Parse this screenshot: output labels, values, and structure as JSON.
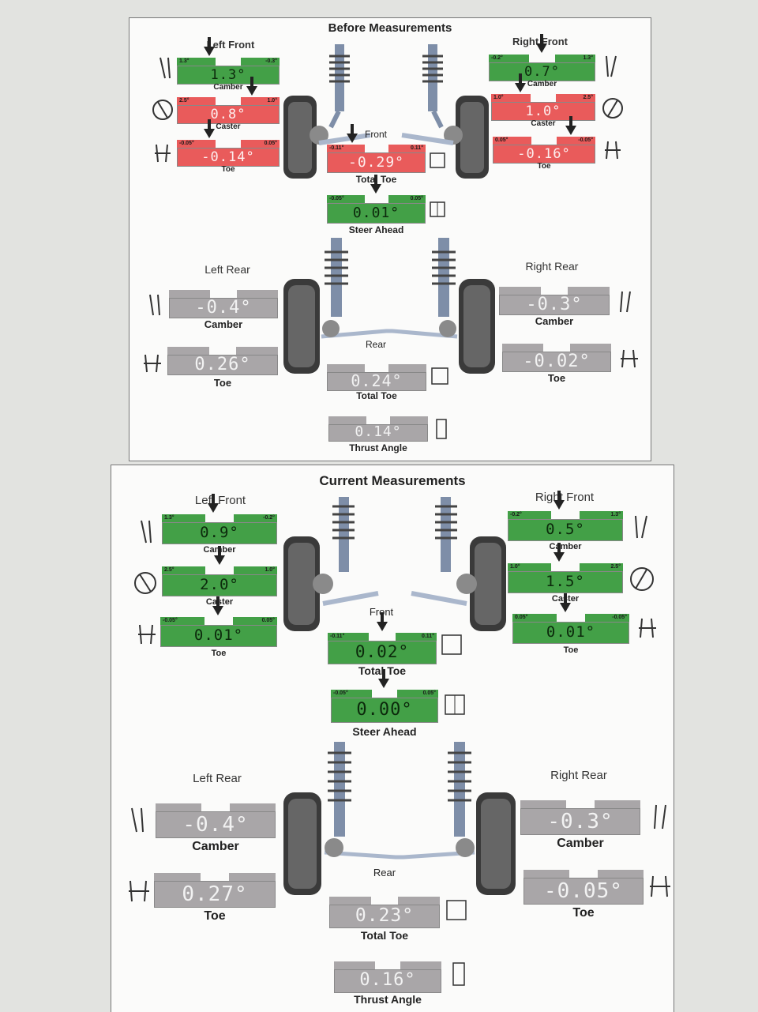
{
  "before": {
    "title": "Before Measurements",
    "left_front": {
      "label": "Left Front",
      "camber": {
        "value": "1.3°",
        "label": "Camber",
        "min": "1.3°",
        "max": "-0.3°",
        "status": "green"
      },
      "caster": {
        "value": "0.8°",
        "label": "Caster",
        "min": "2.5°",
        "max": "1.0°",
        "status": "red"
      },
      "toe": {
        "value": "-0.14°",
        "label": "Toe",
        "min": "-0.05°",
        "max": "0.05°",
        "status": "red"
      }
    },
    "right_front": {
      "label": "Right Front",
      "camber": {
        "value": "0.7°",
        "label": "Camber",
        "min": "-0.2°",
        "max": "1.3°",
        "status": "green"
      },
      "caster": {
        "value": "1.0°",
        "label": "Caster",
        "min": "1.0°",
        "max": "2.5°",
        "status": "red"
      },
      "toe": {
        "value": "-0.16°",
        "label": "Toe",
        "min": "0.05°",
        "max": "-0.05°",
        "status": "red"
      }
    },
    "front": {
      "label": "Front",
      "total_toe": {
        "value": "-0.29°",
        "label": "Total Toe",
        "min": "-0.11°",
        "max": "0.11°",
        "status": "red"
      },
      "steer_ahead": {
        "value": "0.01°",
        "label": "Steer Ahead",
        "min": "-0.05°",
        "max": "0.05°",
        "status": "green"
      }
    },
    "left_rear": {
      "label": "Left Rear",
      "camber": {
        "value": "-0.4°",
        "label": "Camber",
        "status": "gray"
      },
      "toe": {
        "value": "0.26°",
        "label": "Toe",
        "status": "gray"
      }
    },
    "right_rear": {
      "label": "Right Rear",
      "camber": {
        "value": "-0.3°",
        "label": "Camber",
        "status": "gray"
      },
      "toe": {
        "value": "-0.02°",
        "label": "Toe",
        "status": "gray"
      }
    },
    "rear": {
      "label": "Rear",
      "total_toe": {
        "value": "0.24°",
        "label": "Total Toe",
        "status": "gray"
      },
      "thrust_angle": {
        "value": "0.14°",
        "label": "Thrust Angle",
        "status": "gray"
      }
    }
  },
  "current": {
    "title": "Current Measurements",
    "left_front": {
      "label": "Left Front",
      "camber": {
        "value": "0.9°",
        "label": "Camber",
        "min": "1.3°",
        "max": "-0.2°",
        "status": "green"
      },
      "caster": {
        "value": "2.0°",
        "label": "Caster",
        "min": "2.5°",
        "max": "1.0°",
        "status": "green"
      },
      "toe": {
        "value": "0.01°",
        "label": "Toe",
        "min": "-0.05°",
        "max": "0.05°",
        "status": "green"
      }
    },
    "right_front": {
      "label": "Right Front",
      "camber": {
        "value": "0.5°",
        "label": "Camber",
        "min": "-0.2°",
        "max": "1.3°",
        "status": "green"
      },
      "caster": {
        "value": "1.5°",
        "label": "Caster",
        "min": "1.0°",
        "max": "2.5°",
        "status": "green"
      },
      "toe": {
        "value": "0.01°",
        "label": "Toe",
        "min": "0.05°",
        "max": "-0.05°",
        "status": "green"
      }
    },
    "front": {
      "label": "Front",
      "total_toe": {
        "value": "0.02°",
        "label": "Total Toe",
        "min": "-0.11°",
        "max": "0.11°",
        "status": "green"
      },
      "steer_ahead": {
        "value": "0.00°",
        "label": "Steer Ahead",
        "min": "-0.05°",
        "max": "0.05°",
        "status": "green"
      }
    },
    "left_rear": {
      "label": "Left Rear",
      "camber": {
        "value": "-0.4°",
        "label": "Camber",
        "status": "gray"
      },
      "toe": {
        "value": "0.27°",
        "label": "Toe",
        "status": "gray"
      }
    },
    "right_rear": {
      "label": "Right Rear",
      "camber": {
        "value": "-0.3°",
        "label": "Camber",
        "status": "gray"
      },
      "toe": {
        "value": "-0.05°",
        "label": "Toe",
        "status": "gray"
      }
    },
    "rear": {
      "label": "Rear",
      "total_toe": {
        "value": "0.23°",
        "label": "Total Toe",
        "status": "gray"
      },
      "thrust_angle": {
        "value": "0.16°",
        "label": "Thrust Angle",
        "status": "gray"
      }
    }
  },
  "colors": {
    "in_spec": "#43a047",
    "out_of_spec": "#e95b5b",
    "no_spec": "#a9a6a8"
  },
  "icons": [
    "camber-icon",
    "caster-icon",
    "toe-icon",
    "total-toe-icon",
    "steer-ahead-icon",
    "thrust-angle-icon",
    "suspension-illustration"
  ]
}
